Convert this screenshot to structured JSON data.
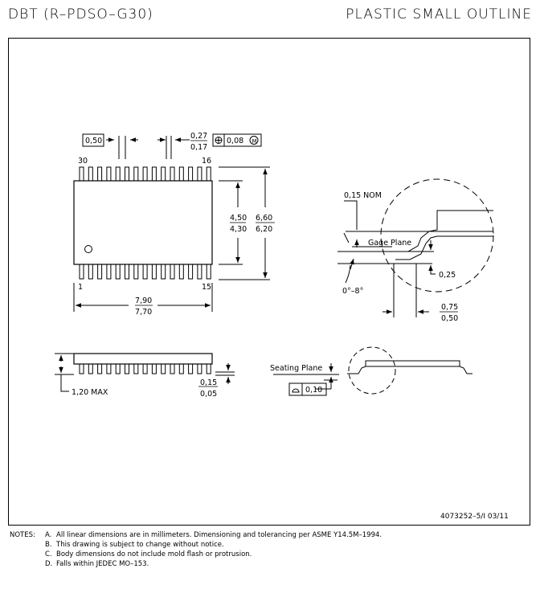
{
  "header": {
    "package_code": "DBT (R–PDSO–G30)",
    "package_type": "PLASTIC SMALL OUTLINE"
  },
  "top_view": {
    "pitch": "0,50",
    "lead_width_max": "0,27",
    "lead_width_min": "0,17",
    "position_tolerance": "0,08",
    "modifier": "M",
    "pin_top_left": "30",
    "pin_top_right": "16",
    "pin_bottom_left": "1",
    "pin_bottom_right": "15",
    "body_width_max": "4,50",
    "body_width_min": "4,30",
    "total_width_max": "6,60",
    "total_width_min": "6,20",
    "body_length_max": "7,90",
    "body_length_min": "7,70"
  },
  "detail_view": {
    "nominal": "0,15 NOM",
    "gage_plane": "Gage Plane",
    "gage_height": "0,25",
    "angle": "0°–8°",
    "foot_max": "0,75",
    "foot_min": "0,50"
  },
  "side_view": {
    "height_max": "1,20 MAX",
    "standoff_max": "0,15",
    "standoff_min": "0,05",
    "seating_plane": "Seating Plane",
    "coplanarity": "0,10"
  },
  "doc_id": "4073252–5/I 03/11",
  "notes": {
    "label": "NOTES:",
    "items": [
      {
        "letter": "A.",
        "text": "All linear dimensions are in millimeters. Dimensioning and tolerancing per ASME Y14.5M–1994."
      },
      {
        "letter": "B.",
        "text": "This drawing is subject to change without notice."
      },
      {
        "letter": "C.",
        "text": "Body dimensions do not include mold flash or protrusion."
      },
      {
        "letter": "D.",
        "text": "Falls within JEDEC MO–153."
      }
    ]
  }
}
